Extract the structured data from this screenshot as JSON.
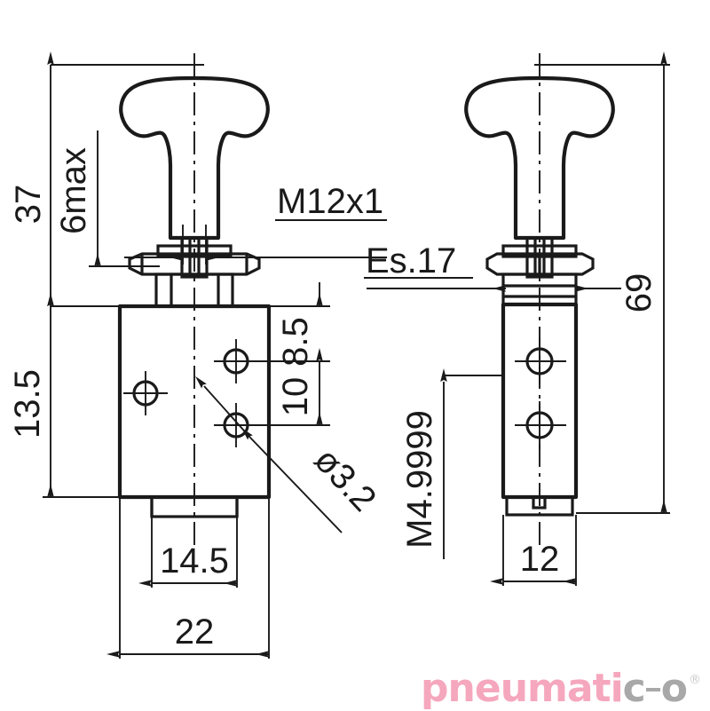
{
  "drawing": {
    "title": "Pneumatic pull-knob valve dimensional drawing",
    "background_color": "#ffffff",
    "line_color": "#1a1a1a",
    "views": [
      {
        "name": "front-view",
        "position": "left"
      },
      {
        "name": "side-view",
        "position": "right"
      }
    ]
  },
  "dimensions": {
    "front": {
      "total_height": "37",
      "stroke_max": "6max",
      "body_height": "13.5",
      "thread": "M12x1",
      "hole_spacing_upper": "8.5",
      "hole_spacing_lower": "10",
      "hole_diameter": "ø3.2",
      "port_spacing": "14.5",
      "body_width": "22"
    },
    "side": {
      "hex_size": "Es.17",
      "total_height": "69",
      "mounting_thread": "M4.9999",
      "body_depth": "12"
    }
  },
  "labels": [
    {
      "id": "dim-37",
      "text": "37",
      "orientation": "vertical"
    },
    {
      "id": "dim-6max",
      "text": "6max",
      "orientation": "vertical"
    },
    {
      "id": "dim-13p5",
      "text": "13.5",
      "orientation": "vertical"
    },
    {
      "id": "dim-m12x1",
      "text": "M12x1",
      "orientation": "horizontal"
    },
    {
      "id": "dim-8p5",
      "text": "8.5",
      "orientation": "vertical"
    },
    {
      "id": "dim-10",
      "text": "10",
      "orientation": "vertical"
    },
    {
      "id": "dim-dia3p2",
      "text": "ø3.2",
      "orientation": "diagonal"
    },
    {
      "id": "dim-14p5",
      "text": "14.5",
      "orientation": "horizontal"
    },
    {
      "id": "dim-22",
      "text": "22",
      "orientation": "horizontal"
    },
    {
      "id": "dim-es17",
      "text": "Es.17",
      "orientation": "horizontal"
    },
    {
      "id": "dim-69",
      "text": "69",
      "orientation": "vertical"
    },
    {
      "id": "dim-m4p9999",
      "text": "M4.9999",
      "orientation": "vertical"
    },
    {
      "id": "dim-12",
      "text": "12",
      "orientation": "horizontal"
    }
  ],
  "watermark": {
    "brand_part1": "pneumati",
    "brand_part2": "c",
    "brand_part3": "o",
    "registered_mark": "®",
    "color_primary": "#f5a7bd",
    "color_secondary": "#a8a8a8"
  }
}
